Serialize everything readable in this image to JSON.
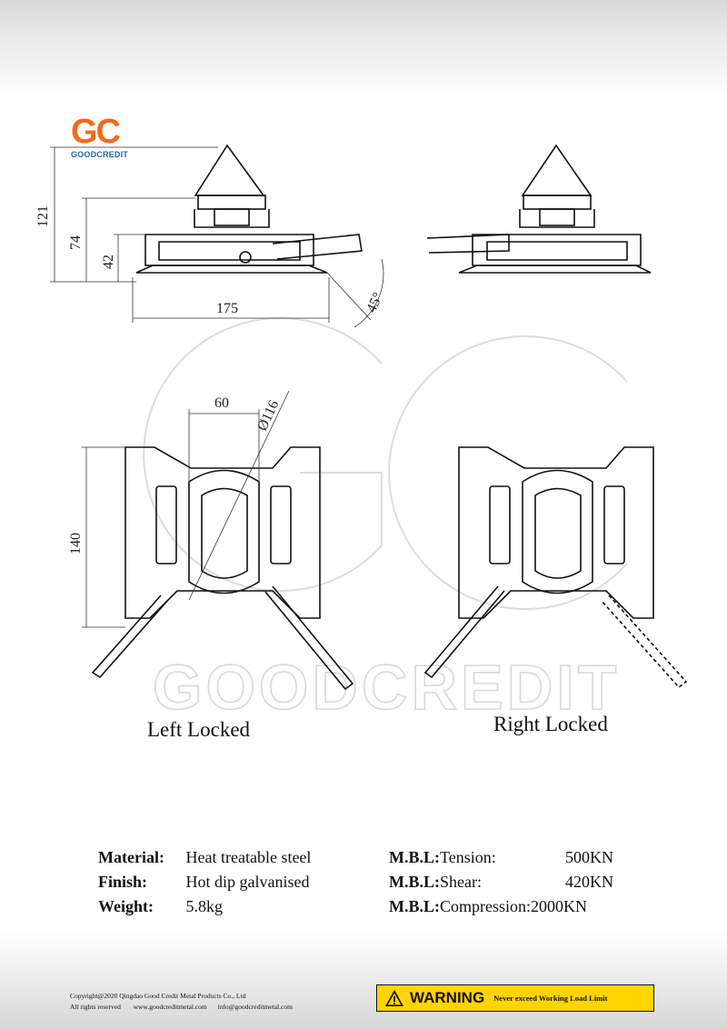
{
  "logo": {
    "mark": "GC",
    "name": "GOODCREDIT"
  },
  "watermark": {
    "mark": "GC",
    "name": "GOODCREDIT"
  },
  "dimensions": {
    "height_total": "121",
    "height_mid": "74",
    "height_low": "42",
    "width": "175",
    "angle": "45°",
    "top_width": "60",
    "diameter": "Ø116",
    "top_height": "140"
  },
  "captions": {
    "left": "Left Locked",
    "right": "Right Locked"
  },
  "specs_left": [
    {
      "key": "Material:",
      "value": "Heat treatable steel"
    },
    {
      "key": "Finish:",
      "value": "Hot dip galvanised"
    },
    {
      "key": "Weight:",
      "value": "5.8kg"
    }
  ],
  "specs_right": [
    {
      "key": "M.B.L:",
      "label": "Tension:",
      "value": "500KN"
    },
    {
      "key": "M.B.L:",
      "label": "Shear:",
      "value": "420KN"
    },
    {
      "key": "M.B.L:",
      "label": "Compression:",
      "value": "2000KN"
    }
  ],
  "footer": {
    "copyright": "Copyright@2020 Qingdao Good Credit Metal Products Co., Ltd",
    "rights": "All rights reserved",
    "website": "www.goodcreditmetal.com",
    "email": "info@goodcreditmetal.com"
  },
  "warning": {
    "title": "WARNING",
    "text": "Never exceed Working Load Limit"
  },
  "colors": {
    "logo_orange": "#f26a1b",
    "logo_blue": "#2b5fa8",
    "warning_yellow": "#ffd400"
  }
}
